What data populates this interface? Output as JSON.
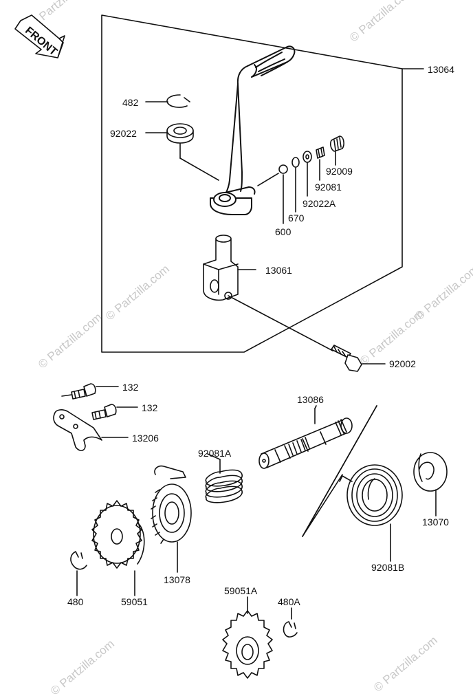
{
  "watermark": "© Partzilla.com",
  "front_label": "FRONT",
  "labels": {
    "p13064": "13064",
    "p482": "482",
    "p92022": "92022",
    "p92009": "92009",
    "p92081": "92081",
    "p92022A": "92022A",
    "p670": "670",
    "p600": "600",
    "p13061": "13061",
    "p92002": "92002",
    "p132a": "132",
    "p132b": "132",
    "p13206": "13206",
    "p13086": "13086",
    "p92081A": "92081A",
    "p13070": "13070",
    "p92081B": "92081B",
    "p13078": "13078",
    "p480": "480",
    "p59051": "59051",
    "p59051A": "59051A",
    "p480A": "480A"
  }
}
